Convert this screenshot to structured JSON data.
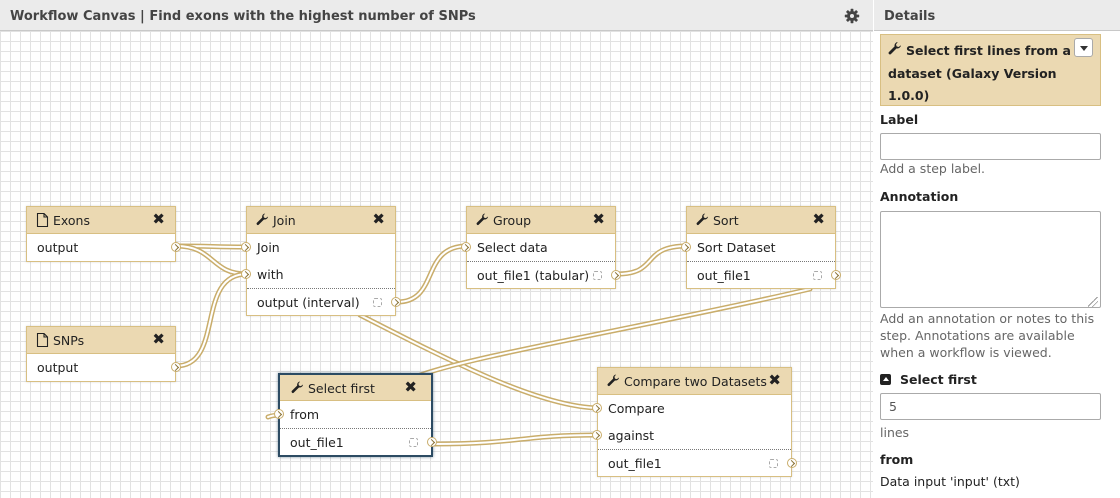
{
  "canvas": {
    "title": "Workflow Canvas | Find exons with the highest number of SNPs",
    "settings_icon": "gear-icon"
  },
  "nodes": {
    "exons": {
      "title": "Exons",
      "icon": "file-icon",
      "outputs": [
        "output"
      ]
    },
    "snps": {
      "title": "SNPs",
      "icon": "file-icon",
      "outputs": [
        "output"
      ]
    },
    "join": {
      "title": "Join",
      "icon": "wrench-icon",
      "inputs": [
        "Join",
        "with"
      ],
      "outputs": [
        "output (interval)"
      ]
    },
    "group": {
      "title": "Group",
      "icon": "wrench-icon",
      "inputs": [
        "Select data"
      ],
      "outputs": [
        "out_file1 (tabular)"
      ]
    },
    "sort": {
      "title": "Sort",
      "icon": "wrench-icon",
      "inputs": [
        "Sort Dataset"
      ],
      "outputs": [
        "out_file1"
      ]
    },
    "select_first": {
      "title": "Select first",
      "icon": "wrench-icon",
      "inputs": [
        "from"
      ],
      "outputs": [
        "out_file1"
      ]
    },
    "compare": {
      "title": "Compare two Datasets",
      "icon": "wrench-icon",
      "inputs": [
        "Compare",
        "against"
      ],
      "outputs": [
        "out_file1"
      ]
    }
  },
  "details": {
    "header": "Details",
    "tool_title": "Select first lines from a dataset (Galaxy Version 1.0.0)",
    "label": {
      "title": "Label",
      "value": "",
      "placeholder": "",
      "hint": "Add a step label."
    },
    "annotation": {
      "title": "Annotation",
      "value": "",
      "hint": "Add an annotation or notes to this step. Annotations are available when a workflow is viewed."
    },
    "select_first": {
      "title": "Select first",
      "value": "5",
      "hint": "lines"
    },
    "from": {
      "title": "from",
      "value": "Data input 'input' (txt)"
    }
  }
}
